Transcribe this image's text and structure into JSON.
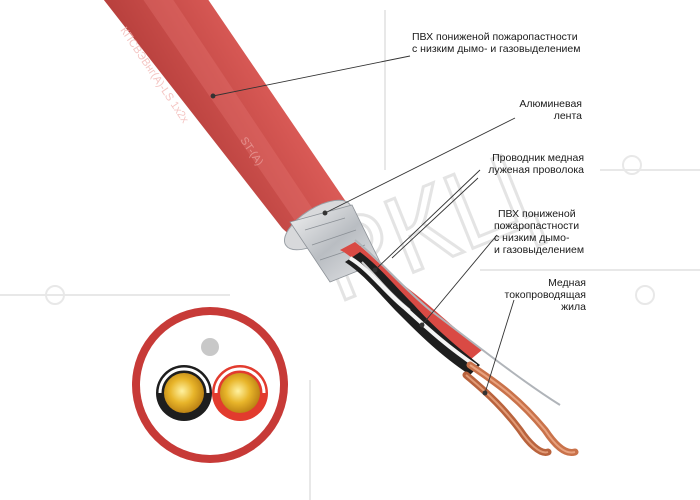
{
  "watermark": "РКЦ",
  "cable_marking": "КПСВЭВнг(А)-LS 1x2x",
  "cable_marking_2": "ST-(A)",
  "labels": {
    "outer_sheath": {
      "line1": "ПВХ пониженой пожаропастности",
      "line2": "с низким дымо- и газовыделением"
    },
    "aluminum_tape": {
      "line1": "Алюминевая",
      "line2": "лента"
    },
    "drain_wire": {
      "line1": "Проводник медная",
      "line2": "луженая проволока"
    },
    "inner_insulation": {
      "line1": "ПВХ пониженой",
      "line2": "пожаропастности",
      "line3": "с низким дымо-",
      "line4": "и газовыделением"
    },
    "copper_core": {
      "line1": "Медная",
      "line2": "токопроводящая",
      "line3": "жила"
    }
  },
  "colors": {
    "sheath": "#cf4a47",
    "sheath_dark": "#a8322f",
    "foil": "#c9ccd0",
    "copper": "#c9724a",
    "leader": "#333333",
    "watermark": "#e6e6e6"
  }
}
